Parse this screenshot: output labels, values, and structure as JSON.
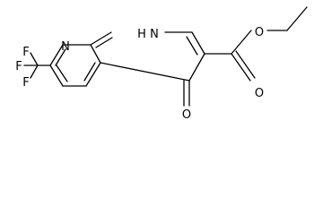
{
  "structure": {
    "atoms": {
      "n1": "N",
      "nh": "H",
      "nh_n": "N",
      "f_top": "F",
      "f_left": "F",
      "f_bottom": "F",
      "o_ketone": "O",
      "o_ester_carbonyl": "O",
      "o_ester": "O"
    },
    "bond_color": "#000000",
    "background": "#ffffff"
  }
}
